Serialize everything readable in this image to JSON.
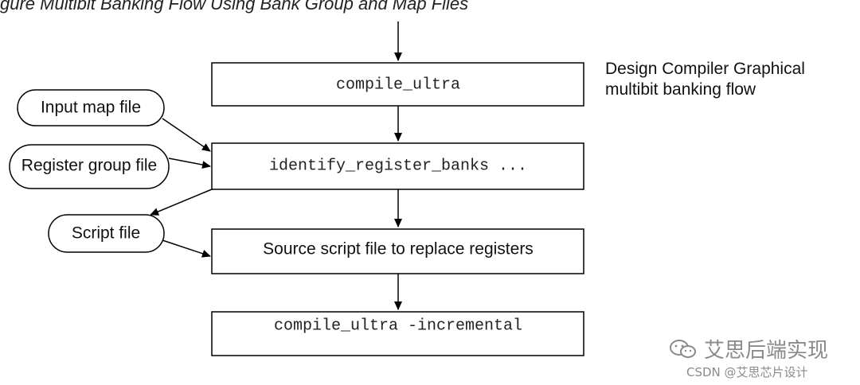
{
  "figure": {
    "top_caption": "gure    Multibit Banking Flow Using Bank Group and Map Files",
    "side_caption_line1": "Design Compiler Graphical",
    "side_caption_line2": "multibit banking flow",
    "boxes": [
      {
        "id": "compile",
        "label": "compile_ultra",
        "mono": true
      },
      {
        "id": "identify",
        "label": "identify_register_banks ...",
        "mono": true
      },
      {
        "id": "source",
        "label": "Source script file to replace registers",
        "mono": false
      },
      {
        "id": "incremental",
        "label": "compile_ultra -incremental",
        "mono": true
      }
    ],
    "files": [
      {
        "id": "input-map",
        "label": "Input map file"
      },
      {
        "id": "register-group",
        "label": "Register group file"
      },
      {
        "id": "script",
        "label": "Script file"
      }
    ]
  },
  "watermark": {
    "brand": "艾思后端实现",
    "credit": "CSDN @艾思芯片设计",
    "icon": "wechat-icon"
  },
  "colors": {
    "line": "#000000",
    "watermark": "#8a8a8a"
  }
}
